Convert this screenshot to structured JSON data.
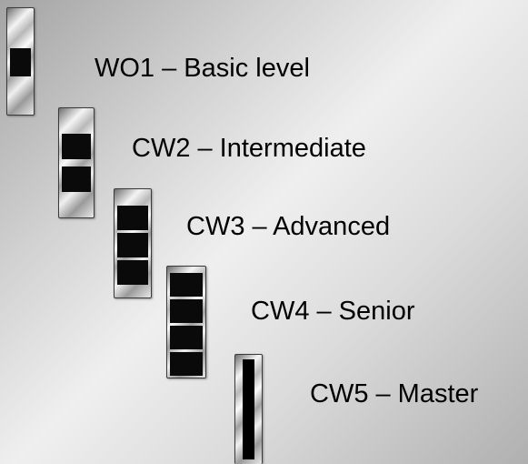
{
  "ranks": [
    {
      "id": "WO1",
      "label": "WO1 – Basic level",
      "squares": 1
    },
    {
      "id": "CW2",
      "label": "CW2 – Intermediate",
      "squares": 2
    },
    {
      "id": "CW3",
      "label": "CW3 – Advanced",
      "squares": 3
    },
    {
      "id": "CW4",
      "label": "CW4 – Senior",
      "squares": 4
    },
    {
      "id": "CW5",
      "label": "CW5 – Master",
      "stripe": true
    }
  ],
  "colors": {
    "insignia_fill": "#0a0a0a",
    "text": "#000000"
  }
}
